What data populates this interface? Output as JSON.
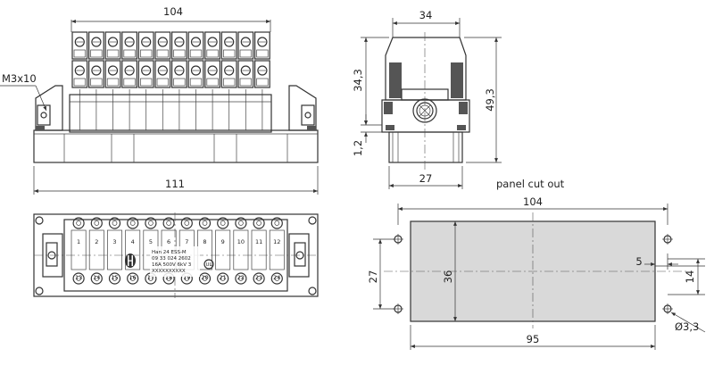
{
  "front_view": {
    "dim_top": "104",
    "dim_bottom": "111",
    "thread_label": "M3x10"
  },
  "side_view": {
    "dim_top": "34",
    "dim_left_upper": "34,3",
    "dim_left_lower": "1,2",
    "dim_right": "49,3",
    "dim_bottom": "27"
  },
  "top_view": {
    "contacts_top": [
      "1",
      "2",
      "3",
      "4",
      "5",
      "6",
      "7",
      "8",
      "9",
      "10",
      "11",
      "12"
    ],
    "contacts_bottom": [
      "13",
      "14",
      "15",
      "16",
      "17",
      "18",
      "19",
      "20",
      "21",
      "22",
      "23",
      "24"
    ],
    "label_lines": [
      "Han 24 ESS-M",
      "09 33 024 2602",
      "16A 500V 6kV 3",
      "XXXXXXXXXX"
    ]
  },
  "panel_cutout": {
    "title": "panel cut out",
    "dim_top": "104",
    "dim_left": "27",
    "dim_inner": "36",
    "dim_bottom": "95",
    "dim_right_small": "5",
    "dim_right": "14",
    "dim_hole": "Ø3,3"
  }
}
